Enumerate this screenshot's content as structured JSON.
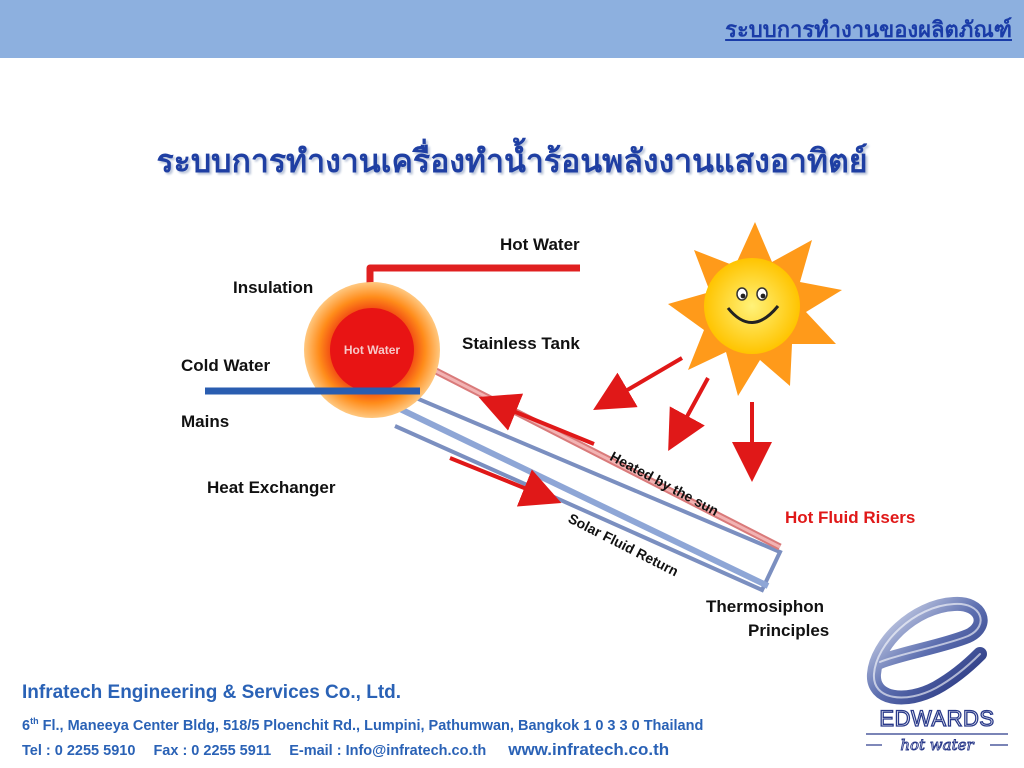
{
  "header": {
    "title": "ระบบการทำงานของผลิตภัณฑ์"
  },
  "slide": {
    "title": "ระบบการทำงานเครื่องทำน้ำร้อนพลังงานแสงอาทิตย์"
  },
  "diagram": {
    "labels": {
      "hot_water": "Hot Water",
      "insulation": "Insulation",
      "stainless_tank": "Stainless Tank",
      "cold_water": "Cold Water",
      "mains": "Mains",
      "heat_exchanger": "Heat Exchanger",
      "tank_core": "Hot Water",
      "heated_by_sun": "Heated by the sun",
      "solar_fluid_return": "Solar Fluid Return",
      "hot_fluid_risers": "Hot Fluid Risers",
      "thermosiphon_line1": "Thermosiphon",
      "thermosiphon_line2": "Principles"
    },
    "colors": {
      "hot": "#e02020",
      "cold": "#2a5db0",
      "sun": "#ffd21a",
      "sun_rays": "#ff9a1a",
      "arrows": "#e01818"
    }
  },
  "footer": {
    "company": "Infratech Engineering & Services Co., Ltd.",
    "address_prefix": "6",
    "address_sup": "th",
    "address_rest": " Fl., Maneeya Center Bldg, 518/5 Ploenchit Rd., Lumpini, Pathumwan, Bangkok 1 0 3 3 0  Thailand",
    "tel": "Tel : 0 2255 5910",
    "fax": "Fax : 0 2255 5911",
    "email": "E-mail : Info@infratech.co.th",
    "website": "www.infratech.co.th"
  },
  "logo": {
    "brand": "EDWARDS",
    "tagline": "hot water"
  }
}
